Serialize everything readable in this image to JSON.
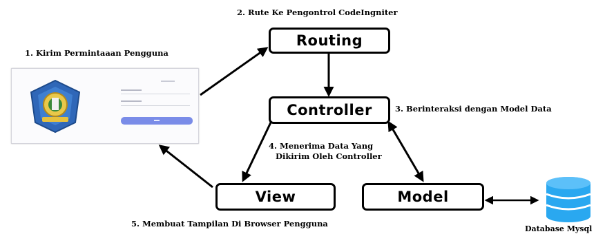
{
  "diagram": {
    "boxes": {
      "routing": "Routing",
      "controller": "Controller",
      "view": "View",
      "model": "Model"
    },
    "steps": {
      "step1": "1. Kirim Permintaaan Pengguna",
      "step2": "2. Rute Ke Pengontrol CodeIngniter",
      "step3": "3. Berinteraksi dengan Model Data",
      "step4_line1": "4. Menerima Data Yang",
      "step4_line2": "Dikirim Oleh Controller",
      "step5": "5. Membuat Tampilan Di Browser Pengguna"
    },
    "database_label": "Database Mysql",
    "colors": {
      "box_border": "#000000",
      "db_blue": "#2aa8f0",
      "login_button": "#7a8ce8"
    },
    "icons": [
      "browser-login-screenshot",
      "university-logo",
      "database-icon"
    ]
  }
}
